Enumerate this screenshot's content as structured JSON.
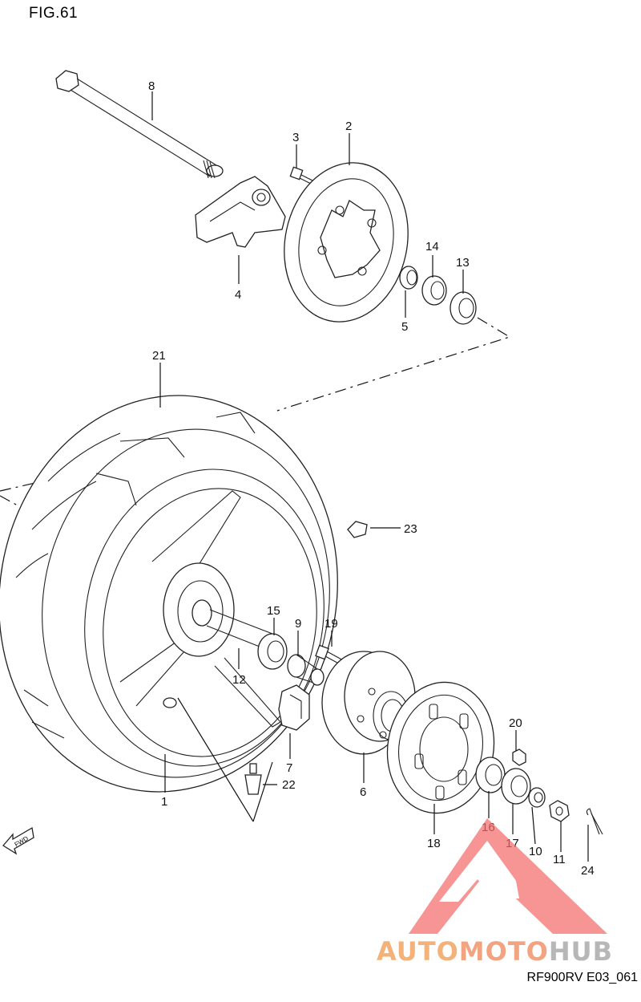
{
  "figure": {
    "title": "FIG.61",
    "code": "RF900RV E03_061",
    "fwd_label": "FWD"
  },
  "watermark": {
    "text_part1": "AUTO",
    "text_part2": "MOTO",
    "text_part3": "HUB",
    "colors": {
      "triangle": "#f46b6b",
      "auto": "#f3b27a",
      "moto": "#f2a37f",
      "hub": "#b7b7b7"
    }
  },
  "callouts": [
    {
      "id": "1",
      "text": "1"
    },
    {
      "id": "2",
      "text": "2"
    },
    {
      "id": "3",
      "text": "3"
    },
    {
      "id": "4",
      "text": "4"
    },
    {
      "id": "5",
      "text": "5"
    },
    {
      "id": "6",
      "text": "6"
    },
    {
      "id": "7",
      "text": "7"
    },
    {
      "id": "8",
      "text": "8"
    },
    {
      "id": "9",
      "text": "9"
    },
    {
      "id": "10",
      "text": "10"
    },
    {
      "id": "11",
      "text": "11"
    },
    {
      "id": "12",
      "text": "12"
    },
    {
      "id": "13",
      "text": "13"
    },
    {
      "id": "14",
      "text": "14"
    },
    {
      "id": "15",
      "text": "15"
    },
    {
      "id": "16",
      "text": "16"
    },
    {
      "id": "17",
      "text": "17"
    },
    {
      "id": "18",
      "text": "18"
    },
    {
      "id": "19",
      "text": "19"
    },
    {
      "id": "20",
      "text": "20"
    },
    {
      "id": "21",
      "text": "21"
    },
    {
      "id": "22",
      "text": "22"
    },
    {
      "id": "23",
      "text": "23"
    },
    {
      "id": "24",
      "text": "24"
    }
  ]
}
